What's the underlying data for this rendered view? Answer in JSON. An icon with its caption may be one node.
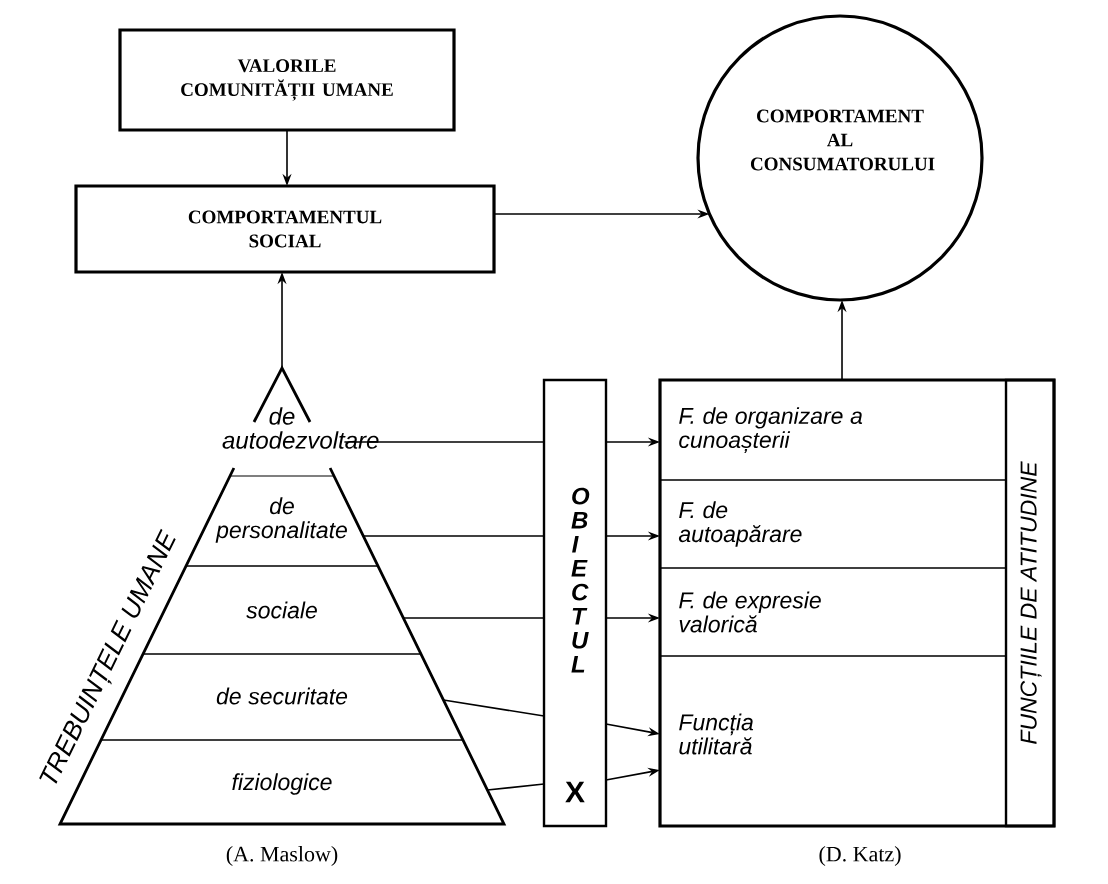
{
  "diagram": {
    "nodes": [
      {
        "text": [
          "VALORILE COMUNITĂȚII UMANE"
        ]
      },
      {
        "text": [
          "COMPORTAMENTUL SOCIAL"
        ]
      },
      {
        "text": [
          "COMPORTAMENT AL CONSUMATORULUI"
        ]
      },
      {
        "text": [
          "TREBUINȚELE UMANE"
        ]
      },
      {
        "text": [
          "de autodezvoltare"
        ],
        "in": 3
      },
      {
        "text": [
          "de personalitate"
        ],
        "in": 3
      },
      {
        "text": [
          "sociale"
        ],
        "in": 3
      },
      {
        "text": [
          "de securitate"
        ],
        "in": 3
      },
      {
        "text": [
          "fiziologice"
        ],
        "in": 3
      },
      {
        "text": [
          "OBIECTUL",
          "X"
        ]
      },
      {
        "text": [
          "FUNCȚIILE DE ATITUDINE"
        ]
      },
      {
        "text": [
          "F. de organizare a cunoașterii"
        ],
        "in": 10
      },
      {
        "text": [
          "F. de autoapărare"
        ],
        "in": 10
      },
      {
        "text": [
          "F. de expresie valorică"
        ],
        "in": 10
      },
      {
        "text": [
          "Funcția utilitară"
        ],
        "in": 10
      }
    ],
    "edges": [
      {
        "from": 0,
        "to": 1,
        "arrow": "to"
      },
      {
        "from": 3,
        "to": 1,
        "arrow": "to"
      },
      {
        "from": 1,
        "to": 2,
        "arrow": "to"
      },
      {
        "from": 10,
        "to": 2,
        "arrow": "to"
      },
      {
        "from": 4,
        "to": 9,
        "arrow": "none"
      },
      {
        "from": 5,
        "to": 9,
        "arrow": "none"
      },
      {
        "from": 6,
        "to": 9,
        "arrow": "none"
      },
      {
        "from": 7,
        "to": 9,
        "arrow": "none"
      },
      {
        "from": 8,
        "to": 9,
        "arrow": "none"
      },
      {
        "from": 9,
        "to": 11,
        "arrow": "to"
      },
      {
        "from": 9,
        "to": 12,
        "arrow": "to"
      },
      {
        "from": 9,
        "to": 13,
        "arrow": "to"
      },
      {
        "from": 9,
        "to": 14,
        "arrow": "to"
      },
      {
        "from": 9,
        "to": 14,
        "arrow": "to"
      }
    ],
    "labels": [
      "(A. Maslow)",
      "(D. Katz)"
    ]
  }
}
